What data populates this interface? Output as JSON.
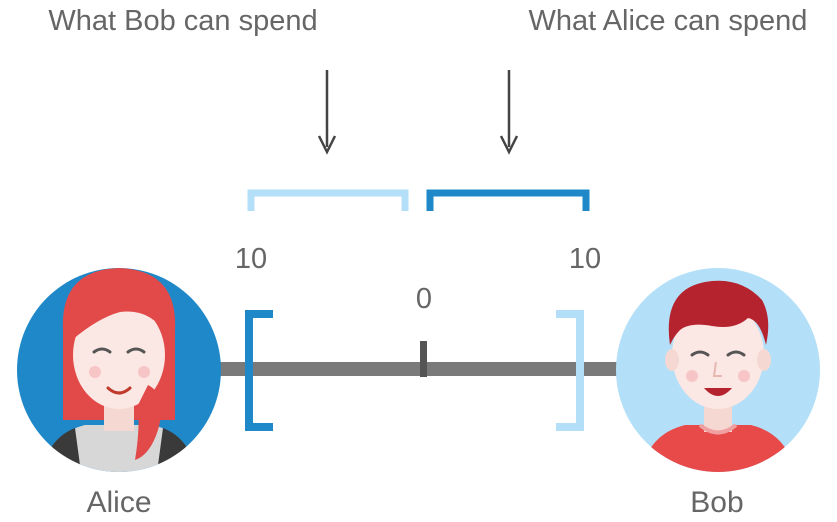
{
  "labels": {
    "bob_can_spend": "What Bob can spend",
    "alice_can_spend": "What Alice can spend"
  },
  "scale": {
    "left_value": "10",
    "center_value": "0",
    "right_value": "10"
  },
  "parties": {
    "left_name": "Alice",
    "right_name": "Bob"
  },
  "colors": {
    "dark_blue": "#1e88c8",
    "light_blue": "#b3e0f8",
    "bar_gray": "#7a7a7a",
    "text_gray": "#666666",
    "arrow": "#444444"
  },
  "icons": {
    "left_avatar": "woman-red-hair-avatar-icon",
    "right_avatar": "man-red-hair-avatar-icon",
    "arrows": "down-arrow-icon"
  }
}
